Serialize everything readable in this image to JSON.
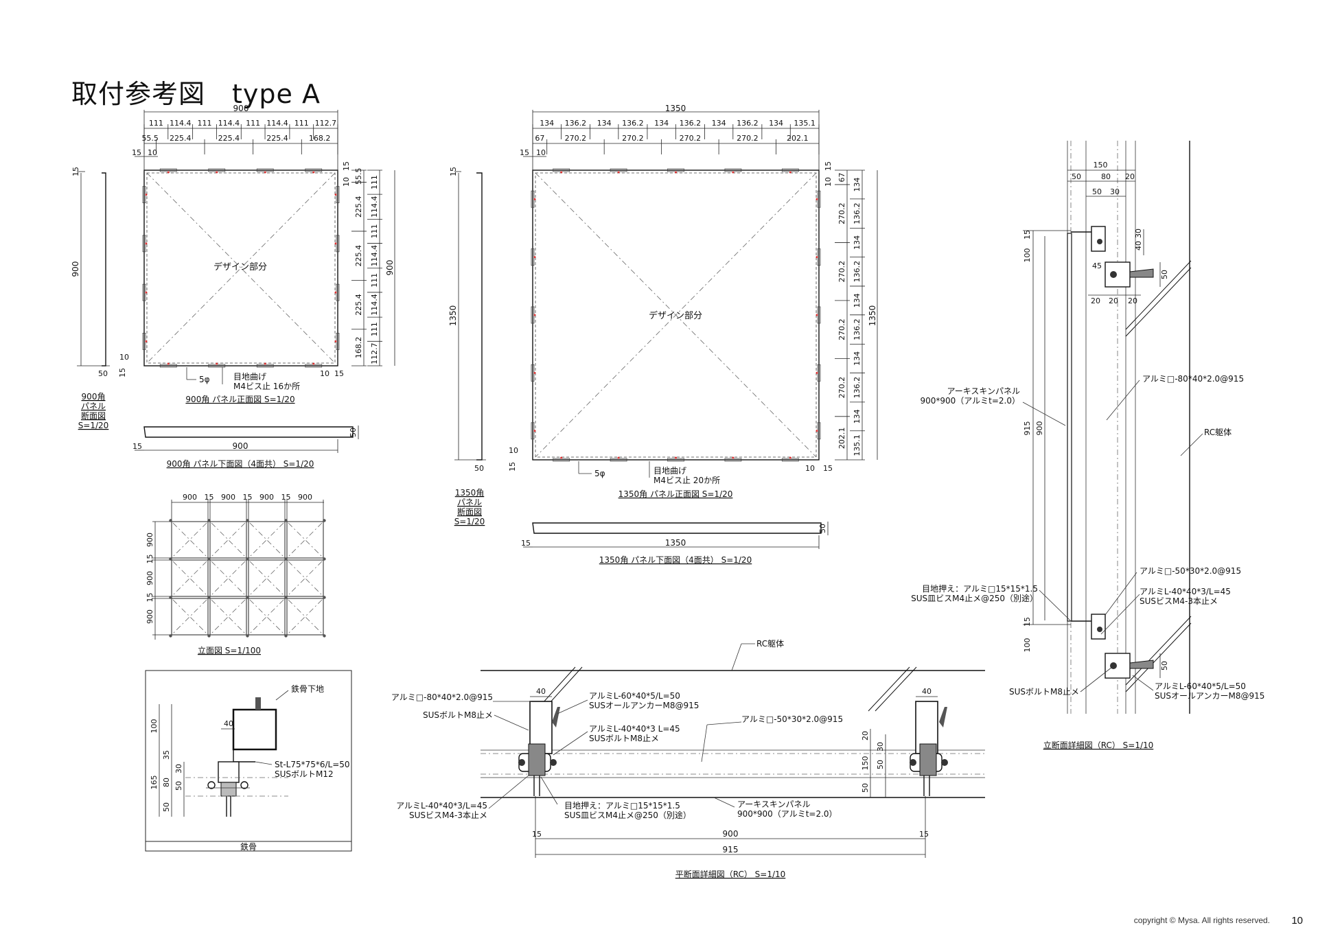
{
  "header": {
    "title": "取付参考図　type A"
  },
  "footer": {
    "copyright": "copyright © Mysa. All rights reserved.",
    "page": "10"
  },
  "panel900": {
    "top_total": "900",
    "top_row1": [
      "111",
      "114.4",
      "111",
      "114.4",
      "111",
      "114.4",
      "111",
      "112.7"
    ],
    "top_row2": [
      "55.5",
      "225.4",
      "225.4",
      "225.4",
      "168.2"
    ],
    "gap1": "15",
    "gap2": "10",
    "right_col1": [
      "55.5",
      "225.4",
      "225.4",
      "225.4",
      "168.2"
    ],
    "right_col2": [
      "111",
      "114.4",
      "111",
      "114.4",
      "111",
      "114.4",
      "111",
      "112.7"
    ],
    "right_total": "900",
    "design_label": "デザイン部分",
    "hole_label": "5φ",
    "note1": "目地曲げ",
    "note2": "M4ビス止 16か所",
    "caption": "900角 パネル正面図 S=1/20",
    "section_caption": [
      "900角",
      "パネル",
      "断面図",
      "S=1/20"
    ],
    "section_height": "900",
    "section_depth": "50",
    "section_top": "15",
    "bottom_caption": "900角 パネル下面図（4面共） S=1/20",
    "bottom_len": "900",
    "bottom_h": "50",
    "bottom_gap": "15",
    "bl_10": "10",
    "bl_15": "15"
  },
  "panel1350": {
    "top_total": "1350",
    "top_row1": [
      "134",
      "136.2",
      "134",
      "136.2",
      "134",
      "136.2",
      "134",
      "136.2",
      "134",
      "135.1"
    ],
    "top_row2": [
      "67",
      "270.2",
      "270.2",
      "270.2",
      "270.2",
      "202.1"
    ],
    "gap1": "15",
    "gap2": "10",
    "right_col1": [
      "67",
      "270.2",
      "270.2",
      "270.2",
      "270.2",
      "202.1"
    ],
    "right_col2": [
      "134",
      "136.2",
      "134",
      "136.2",
      "134",
      "136.2",
      "134",
      "136.2",
      "134",
      "135.1"
    ],
    "right_total": "1350",
    "design_label": "デザイン部分",
    "hole_label": "5φ",
    "note1": "目地曲げ",
    "note2": "M4ビス止 20か所",
    "caption": "1350角 パネル正面図 S=1/20",
    "section_caption": [
      "1350角",
      "パネル",
      "断面図",
      "S=1/20"
    ],
    "section_height": "1350",
    "section_depth": "50",
    "section_top": "15",
    "bottom_caption": "1350角 パネル下面図（4面共） S=1/20",
    "bottom_len": "1350",
    "bottom_h": "50",
    "bottom_gap": "15"
  },
  "elevation": {
    "top_dims": [
      "900",
      "15",
      "900",
      "15",
      "900",
      "15",
      "900"
    ],
    "left_dims": [
      "900",
      "15",
      "900",
      "15",
      "900"
    ],
    "caption": "立面図 S=1/100"
  },
  "steel_detail": {
    "label_top": "鉄骨下地",
    "label_angle": "St-L75*75*6/L=50",
    "label_bolt": "SUSボルトM12",
    "bottom_label": "鉄骨",
    "dims_left": [
      "100",
      "35",
      "165",
      "30",
      "50",
      "80",
      "50"
    ],
    "dim_40": "40"
  },
  "plan_detail": {
    "rc_label": "RC躯体",
    "left_labels": [
      "アルミ□-80*40*2.0@915",
      "SUSボルトM8止メ",
      "アルミL-40*40*3/L=45",
      "SUSビスM4-3本止メ"
    ],
    "mid_labels": [
      "アルミL-60*40*5/L=50",
      "SUSオールアンカーM8@915",
      "アルミL-40*40*3 L=45",
      "SUSボルトM8止メ"
    ],
    "center_label": "アルミ□-50*30*2.0@915",
    "joint_label1": "目地押え：アルミ□15*15*1.5",
    "joint_label2": "SUS皿ビスM4止メ@250（別途）",
    "skin_label1": "アーキスキンパネル",
    "skin_label2": "900*900（アルミt=2.0）",
    "dim_40a": "40",
    "dim_40b": "40",
    "right_dims": [
      "20",
      "30",
      "50",
      "150",
      "50"
    ],
    "bottom_900": "900",
    "bottom_915": "915",
    "bottom_15a": "15",
    "bottom_15b": "15",
    "caption": "平断面詳細図（RC） S=1/10"
  },
  "vertical_detail": {
    "top_dims": [
      "150",
      "50",
      "80",
      "20",
      "50",
      "30"
    ],
    "side_dims": [
      "40",
      "30",
      "45",
      "50",
      "20",
      "20",
      "20"
    ],
    "left_dims": [
      "15",
      "100",
      "915",
      "900",
      "15",
      "100"
    ],
    "labels": {
      "alumi_80": "アルミ□-80*40*2.0@915",
      "rc": "RC躯体",
      "skin1": "アーキスキンパネル",
      "skin2": "900*900（アルミt=2.0）",
      "alumi_50": "アルミ□-50*30*2.0@915",
      "joint1": "目地押え：アルミ□15*15*1.5",
      "joint2": "SUS皿ビスM4止メ@250（別途）",
      "angle_40": "アルミL-40*40*3/L=45",
      "screw": "SUSビスM4-3本止メ",
      "bolt": "SUSボルトM8止メ",
      "angle_60": "アルミL-60*40*5/L=50",
      "anchor": "SUSオールアンカーM8@915"
    },
    "dims_50": "50",
    "dims_100": "100",
    "caption": "立断面詳細図（RC） S=1/10"
  }
}
